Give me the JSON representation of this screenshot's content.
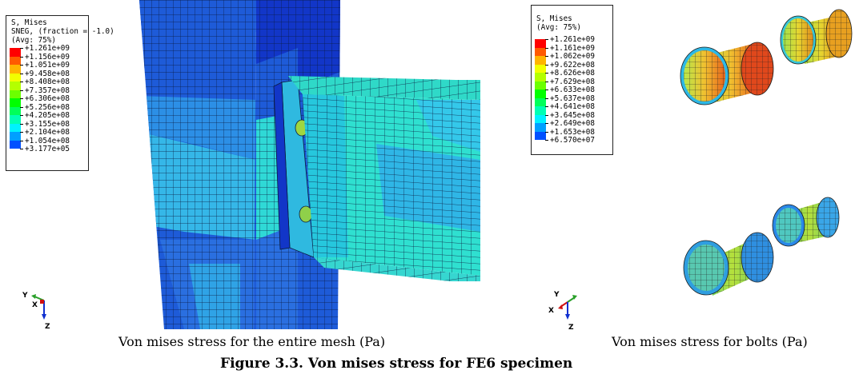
{
  "left_panel": {
    "legend": {
      "title": "S, Mises",
      "subtitle": "SNEG, (fraction = -1.0)",
      "avg": "(Avg: 75%)",
      "entries": [
        {
          "value": "+1.261e+09",
          "color": "#ff0000"
        },
        {
          "value": "+1.156e+09",
          "color": "#ff5a00"
        },
        {
          "value": "+1.051e+09",
          "color": "#ffb400"
        },
        {
          "value": "+9.458e+08",
          "color": "#f2ff00"
        },
        {
          "value": "+8.408e+08",
          "color": "#b4ff00"
        },
        {
          "value": "+7.357e+08",
          "color": "#6cff00"
        },
        {
          "value": "+6.306e+08",
          "color": "#00ff00"
        },
        {
          "value": "+5.256e+08",
          "color": "#00ff5a"
        },
        {
          "value": "+4.205e+08",
          "color": "#00ffb4"
        },
        {
          "value": "+3.155e+08",
          "color": "#00f2ff"
        },
        {
          "value": "+2.104e+08",
          "color": "#00a0ff"
        },
        {
          "value": "+1.054e+08",
          "color": "#0050ff"
        },
        {
          "value": "+3.177e+05",
          "color": "#0000ff"
        }
      ]
    },
    "triad": {
      "y": "Y",
      "x": "X",
      "z": "Z"
    },
    "caption": "Von mises stress for the entire mesh (Pa)"
  },
  "right_panel": {
    "legend": {
      "title": "S, Mises",
      "avg": "(Avg: 75%)",
      "entries": [
        {
          "value": "+1.261e+09",
          "color": "#ff0000"
        },
        {
          "value": "+1.161e+09",
          "color": "#ff5a00"
        },
        {
          "value": "+1.062e+09",
          "color": "#ffb400"
        },
        {
          "value": "+9.622e+08",
          "color": "#f2ff00"
        },
        {
          "value": "+8.626e+08",
          "color": "#b4ff00"
        },
        {
          "value": "+7.629e+08",
          "color": "#6cff00"
        },
        {
          "value": "+6.633e+08",
          "color": "#00ff00"
        },
        {
          "value": "+5.637e+08",
          "color": "#00ff5a"
        },
        {
          "value": "+4.641e+08",
          "color": "#00ffb4"
        },
        {
          "value": "+3.645e+08",
          "color": "#00f2ff"
        },
        {
          "value": "+2.649e+08",
          "color": "#00a0ff"
        },
        {
          "value": "+1.653e+08",
          "color": "#0050ff"
        },
        {
          "value": "+6.570e+07",
          "color": "#0000ff"
        }
      ]
    },
    "triad": {
      "y": "Y",
      "x": "X",
      "z": "Z"
    },
    "caption": "Von mises stress for bolts (Pa)"
  },
  "figure_caption": "Figure 3.3. Von mises stress for FE6 specimen",
  "colors": {
    "column_blue": "#1e5bd8",
    "deep_blue": "#1236c8",
    "cyan": "#2fd9d6",
    "aqua": "#35b7e8",
    "mesh_line": "#0a1a40"
  }
}
